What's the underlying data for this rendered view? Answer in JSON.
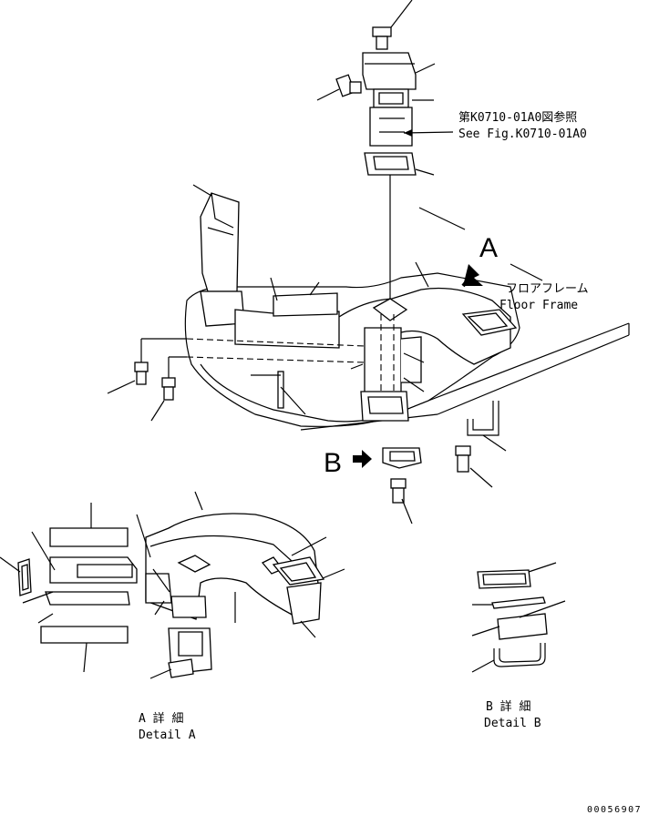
{
  "ref": {
    "line1": "第K0710-01A0図参照",
    "line2": "See Fig.K0710-01A0"
  },
  "floor_frame": {
    "jp": "フロアフレーム",
    "en": "Floor Frame"
  },
  "view_a_marker": "A",
  "view_b_marker": "B",
  "detail_a": {
    "jp": "A 詳 細",
    "en": "Detail A"
  },
  "detail_b": {
    "jp": "B 詳 細",
    "en": "Detail B"
  },
  "drawing_number": "00056907"
}
